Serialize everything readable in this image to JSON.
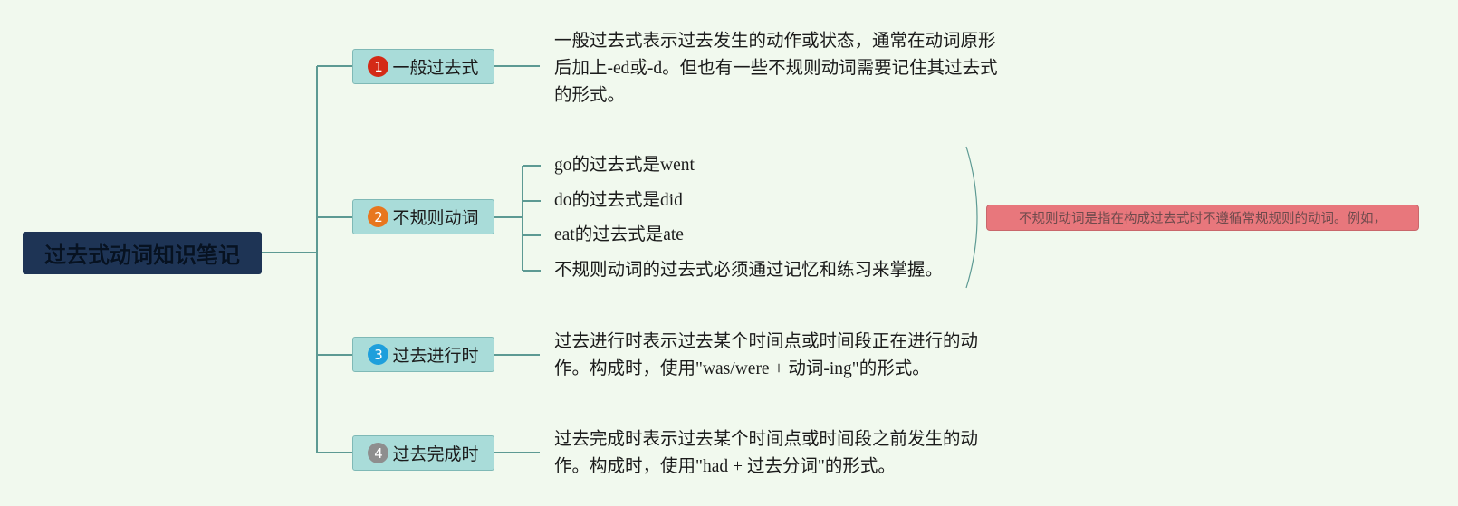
{
  "root": {
    "title": "过去式动词知识笔记"
  },
  "branches": [
    {
      "number": "1",
      "label": "一般过去式",
      "color": "#d42a16",
      "desc": "一般过去式表示过去发生的动作或状态，通常在动词原形后加上-ed或-d。但也有一些不规则动词需要记住其过去式的形式。"
    },
    {
      "number": "2",
      "label": "不规则动词",
      "color": "#e8761e",
      "children": [
        "go的过去式是went",
        "do的过去式是did",
        "eat的过去式是ate",
        "不规则动词的过去式必须通过记忆和练习来掌握。"
      ],
      "callout": "不规则动词是指在构成过去式时不遵循常规规则的动词。例如，",
      "callout_color": "#e8777c"
    },
    {
      "number": "3",
      "label": "过去进行时",
      "color": "#1e9fdc",
      "desc": "过去进行时表示过去某个时间点或时间段正在进行的动作。构成时，使用\"was/were + 动词-ing\"的形式。"
    },
    {
      "number": "4",
      "label": "过去完成时",
      "color": "#8e8e8e",
      "desc": "过去完成时表示过去某个时间点或时间段之前发生的动作。构成时，使用\"had + 过去分词\"的形式。"
    }
  ],
  "colors": {
    "line": "#5d9a93",
    "background": "#f1f9ee",
    "root_bg": "#1e3455",
    "branch_bg": "#a9dcd9"
  }
}
